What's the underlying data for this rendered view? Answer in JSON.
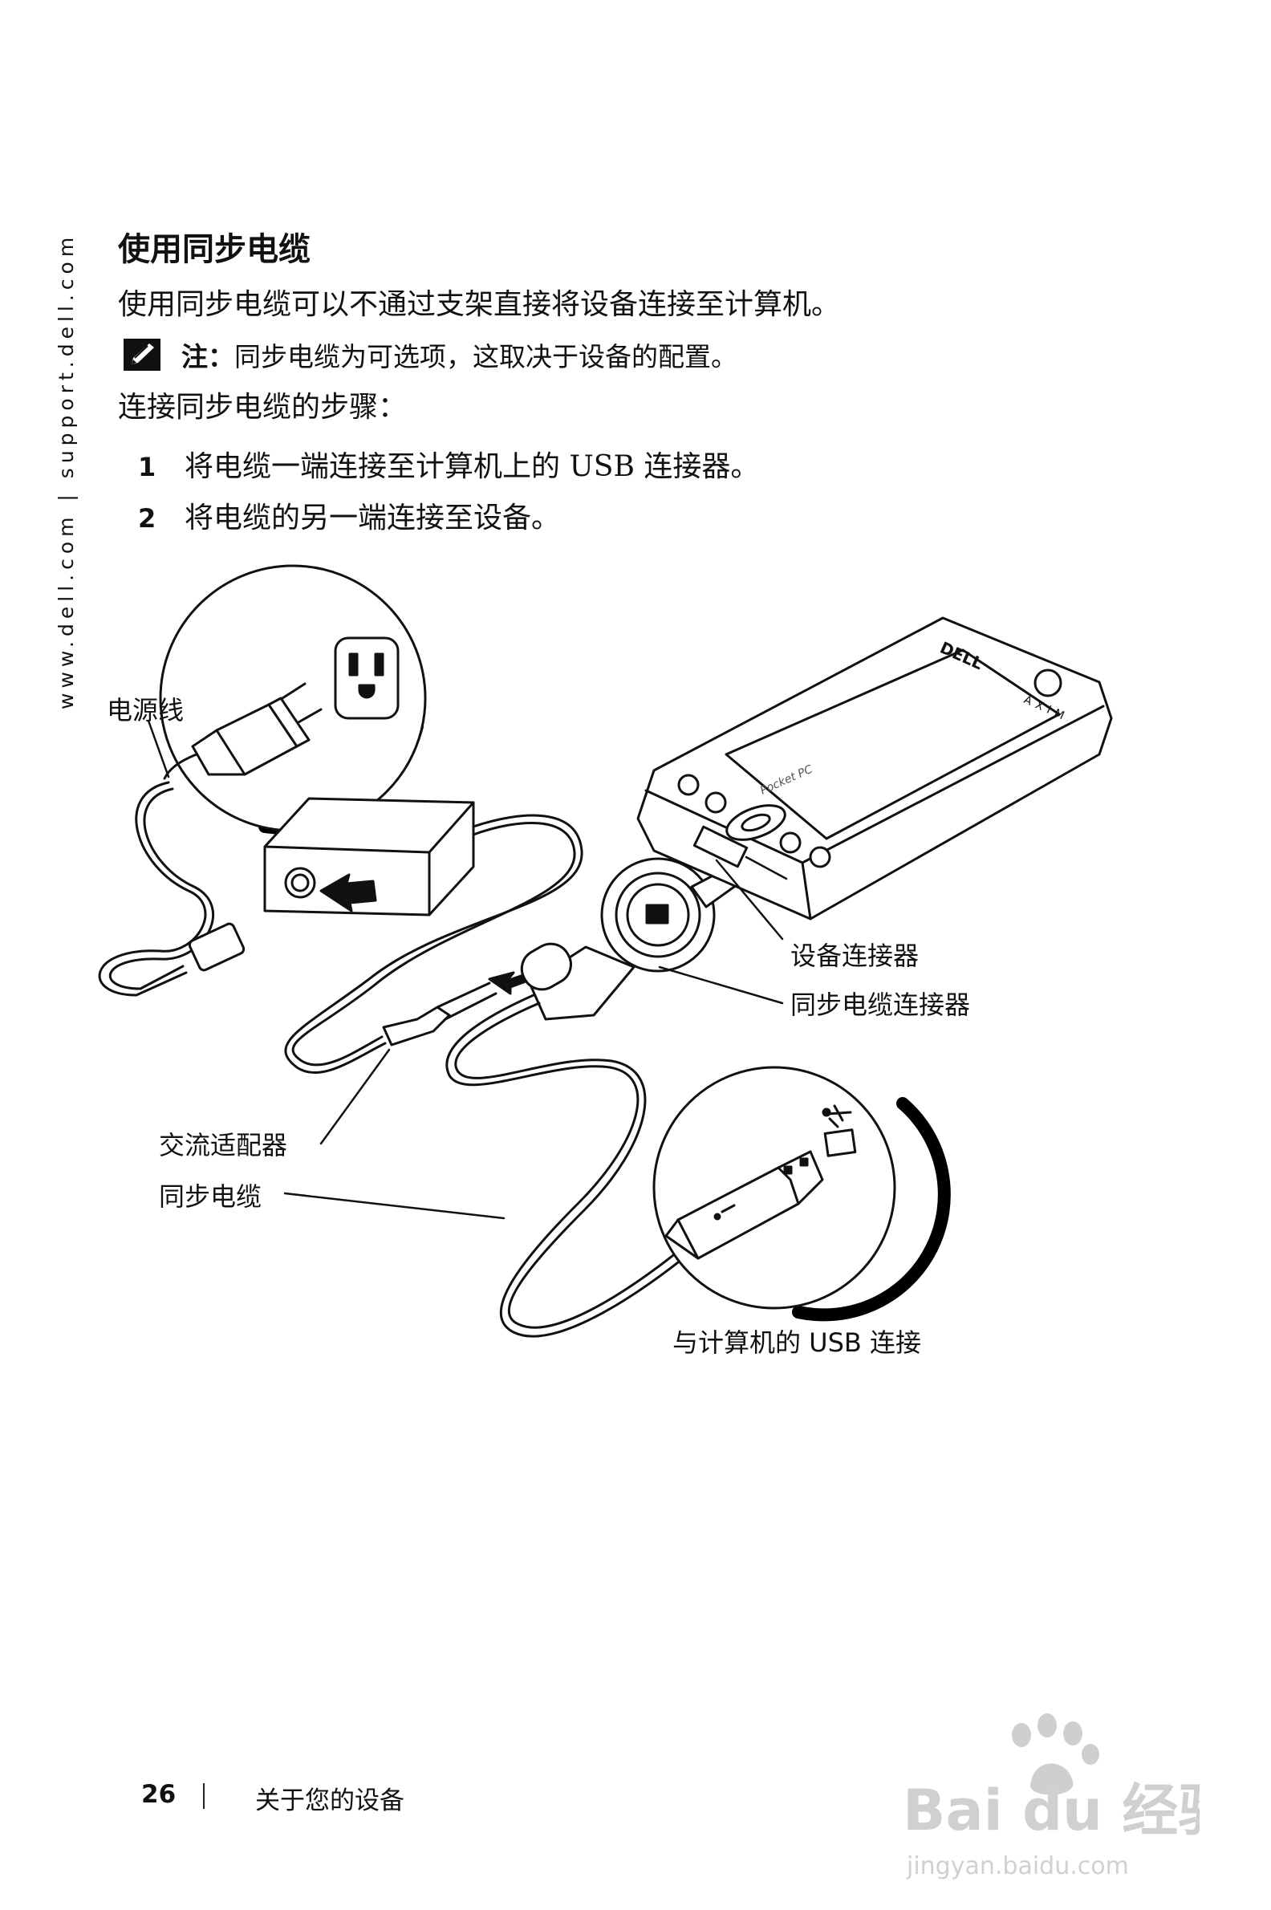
{
  "side_text": "www.dell.com | support.dell.com",
  "section_title": "使用同步电缆",
  "intro": "使用同步电缆可以不通过支架直接将设备连接至计算机。",
  "note": {
    "icon": "pencil-note-icon",
    "label": "注：",
    "text": "同步电缆为可选项，这取决于设备的配置。"
  },
  "steps_heading": "连接同步电缆的步骤：",
  "steps": [
    {
      "number": "1",
      "text": "将电缆一端连接至计算机上的 USB 连接器。"
    },
    {
      "number": "2",
      "text": "将电缆的另一端连接至设备。"
    }
  ],
  "figure": {
    "callouts": {
      "power_cord": "电源线",
      "device_connector": "设备连接器",
      "sync_cable_connector": "同步电缆连接器",
      "ac_adapter": "交流适配器",
      "sync_cable": "同步电缆",
      "usb_connection": "与计算机的 USB 连接"
    },
    "device_logo": "DELL",
    "device_brand": "AXIM",
    "device_screen_label": "Pocket PC"
  },
  "footer": {
    "page_number": "26",
    "chapter": "关于您的设备"
  },
  "watermark": {
    "brand": "Bai du 经验",
    "url": "jingyan.baidu.com"
  }
}
